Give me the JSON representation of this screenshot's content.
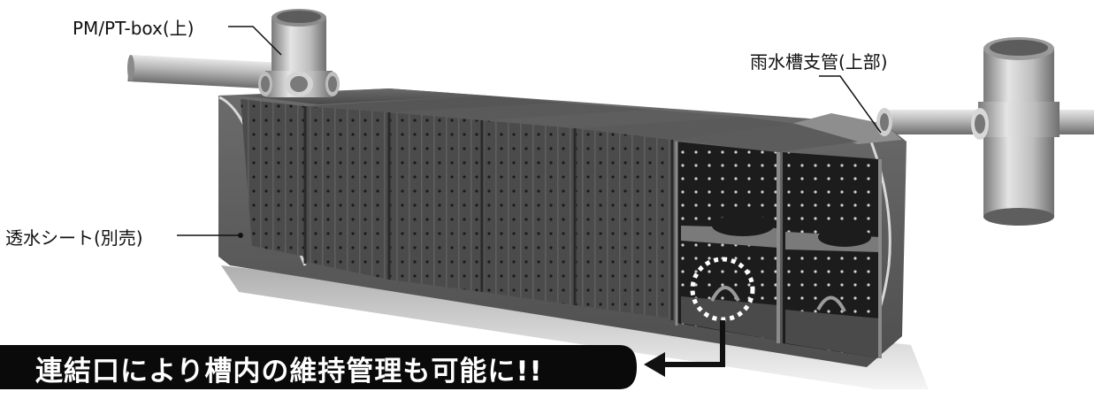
{
  "labels": {
    "pm_box": "PM/PT-box(上)",
    "rain_branch": "雨水槽支管(上部)",
    "sheet": "透水シート(別売)"
  },
  "banner": {
    "text": "連結口により槽内の維持管理も可能に!!"
  }
}
